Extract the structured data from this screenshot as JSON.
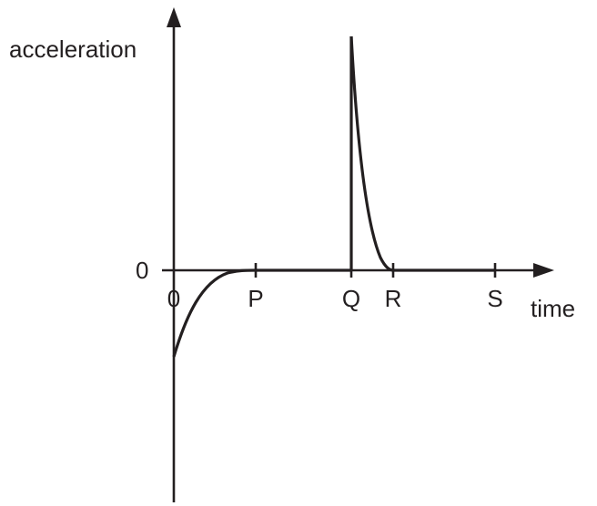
{
  "chart_data": {
    "type": "line",
    "title": "",
    "ylabel": "acceleration",
    "xlabel": "time",
    "y_zero_label": "0",
    "x_tick_labels": [
      "0",
      "P",
      "Q",
      "R",
      "S"
    ],
    "x_tick_values": [
      0,
      1,
      2,
      3,
      4
    ],
    "ylim": [
      -1,
      1
    ],
    "grid": false,
    "legend": "none",
    "series": [
      {
        "segments": [
          {
            "from": "0",
            "to": "P",
            "shape": "rises from a negative value and levels off to zero"
          },
          {
            "from": "P",
            "to": "Q",
            "shape": "zero"
          },
          {
            "at": "Q",
            "shape": "jumps vertically to a large positive peak"
          },
          {
            "from": "Q",
            "to": "R",
            "shape": "decays back to zero"
          },
          {
            "from": "R",
            "to": "S",
            "shape": "zero"
          }
        ]
      }
    ]
  }
}
